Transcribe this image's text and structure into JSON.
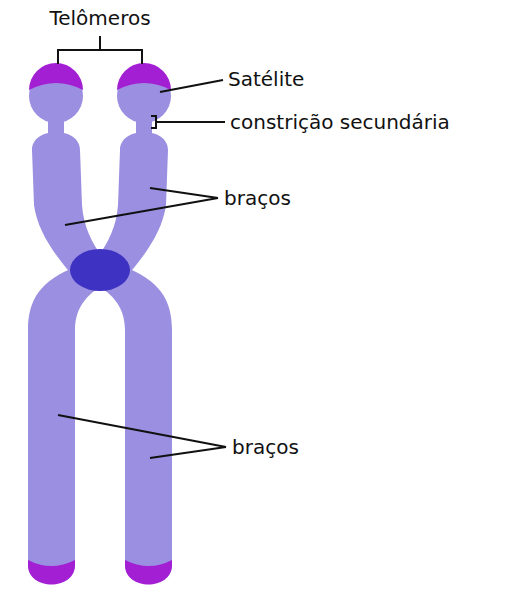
{
  "diagram": {
    "labels": [
      "Telômeros",
      "Satélite",
      "constrição secundária",
      "braços",
      "braços"
    ]
  }
}
